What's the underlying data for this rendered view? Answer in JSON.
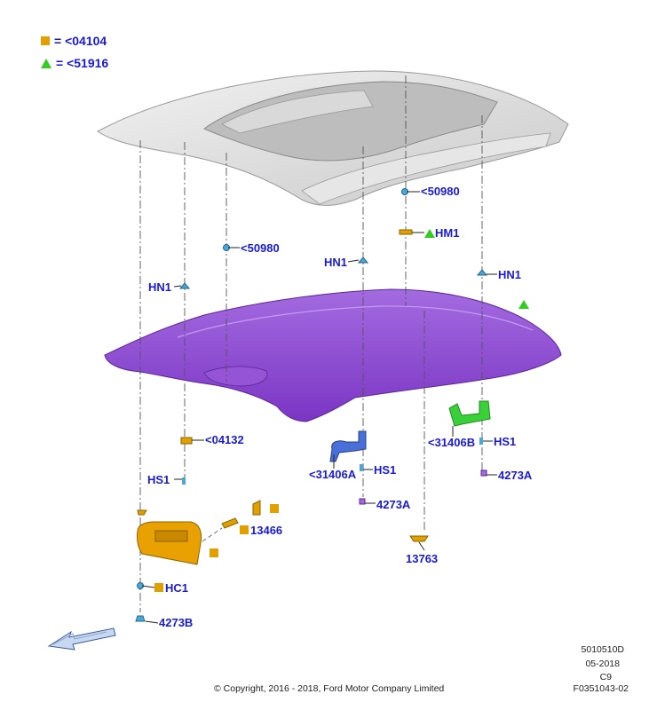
{
  "legend": [
    {
      "symbol": "square",
      "color": "#e0a000",
      "text": "= <04104"
    },
    {
      "symbol": "triangle",
      "color": "#33cc22",
      "text": "= <51916"
    }
  ],
  "callouts": {
    "c50980_right": "<50980",
    "hm1": "HM1",
    "c50980_left": "<50980",
    "hn1_center": "HN1",
    "hn1_right": "HN1",
    "hn1_left": "HN1",
    "c04132": "<04132",
    "hs1_left": "HS1",
    "c31406b": "<31406B",
    "hs1_right": "HS1",
    "c4273a_right": "4273A",
    "c31406a": "<31406A",
    "hs1_center": "HS1",
    "c4273a_center": "4273A",
    "c13466": "13466",
    "c13763": "13763",
    "hc1": "HC1",
    "c4273b": "4273B"
  },
  "footer": {
    "ref1": "5010510D",
    "date": "05-2018",
    "ref2": "C9",
    "copyright": "© Copyright, 2016 - 2018, Ford Motor Company Limited",
    "figure": "F0351043-02"
  }
}
